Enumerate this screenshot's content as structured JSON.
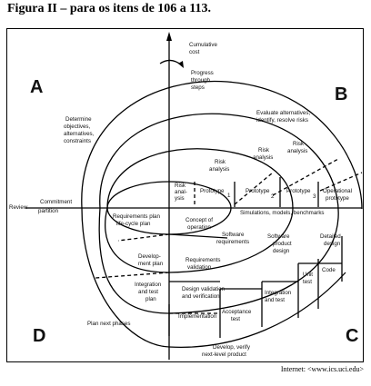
{
  "caption": "Figura II – para os itens de 106 a 113.",
  "source": "Internet: <www.ics.uci.edu>",
  "quadrants": {
    "a": "A",
    "b": "B",
    "c": "C",
    "d": "D"
  },
  "axes": {
    "cumulative_cost": [
      "Cumulative",
      "cost"
    ],
    "progress": [
      "Progress",
      "through",
      "steps"
    ],
    "review": "Review",
    "commitment": [
      "Commitment",
      "partition"
    ]
  },
  "q1": {
    "objectives": [
      "Determine",
      "objectives,",
      "alternatives,",
      "constraints"
    ]
  },
  "q2": {
    "evaluate": [
      "Evaluate alternatives,",
      "identify, resolve risks"
    ],
    "risk_analysis_1": [
      "Risk",
      "anal-",
      "ysis"
    ],
    "risk_analysis_2": [
      "Risk",
      "analysis"
    ],
    "risk_analysis_3": [
      "Risk",
      "analysis"
    ],
    "risk_analysis_4": [
      "Risk",
      "analysis"
    ],
    "prototype_1": "Prototype",
    "prototype_1_num": "1",
    "prototype_2": "Prototype",
    "prototype_2_num": "2",
    "prototype_3": "Prototype",
    "prototype_3_num": "3",
    "operational": [
      "Operational",
      "prototype"
    ]
  },
  "q3": {
    "simulations": "Simulations, models, benchmarks",
    "concept": [
      "Concept of",
      "operation"
    ],
    "sw_requirements": [
      "Software",
      "requirements"
    ],
    "req_validation": [
      "Requirements",
      "validation"
    ],
    "sw_product_design": [
      "Software",
      "product",
      "design"
    ],
    "detailed_design": [
      "Detailed",
      "design"
    ],
    "design_validation": [
      "Design validation",
      "and verification"
    ],
    "code": "Code",
    "unit_test": [
      "Unit",
      "test"
    ],
    "integration_test": [
      "Integration",
      "and test"
    ],
    "acceptance_test": [
      "Acceptance",
      "test"
    ],
    "implementation": "Implementation",
    "develop": [
      "Develop, verify",
      "next-level product"
    ]
  },
  "q4": {
    "requirements_plan": [
      "Requirements plan",
      "life-cycle plan"
    ],
    "development_plan": [
      "Develop-",
      "ment plan"
    ],
    "integration_plan": [
      "Integration",
      "and test",
      "plan"
    ],
    "plan_next": "Plan next phases"
  }
}
